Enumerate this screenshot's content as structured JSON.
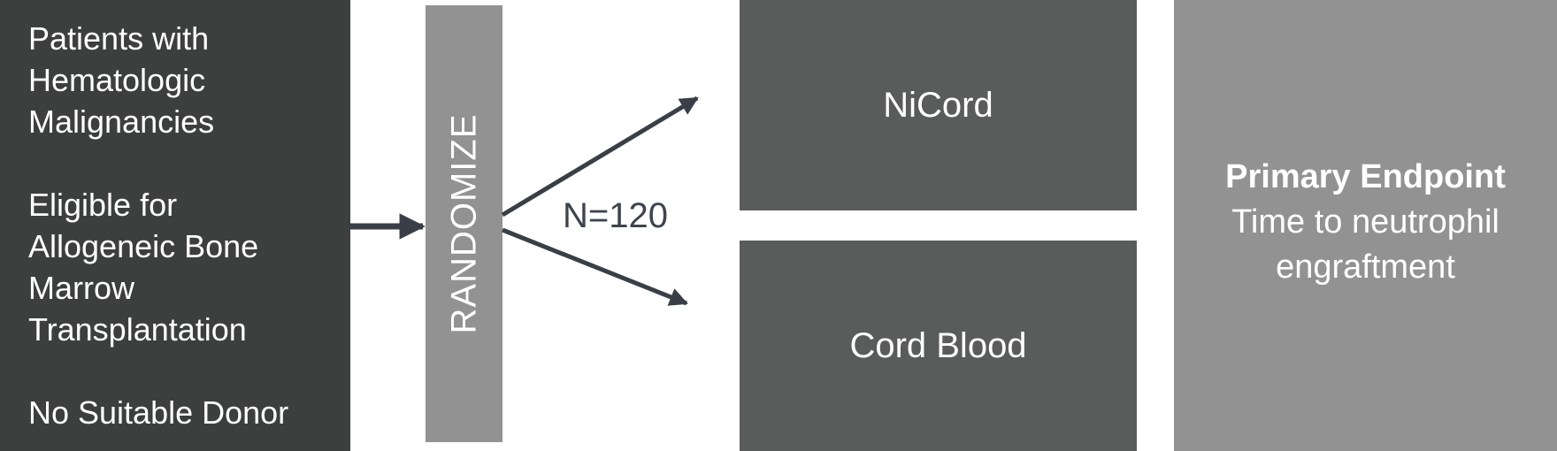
{
  "eligibility": {
    "groups": [
      {
        "lines": [
          "Patients with",
          "Hematologic",
          "Malignancies"
        ]
      },
      {
        "lines": [
          "Eligible for",
          "Allogeneic Bone",
          "Marrow",
          "Transplantation"
        ]
      },
      {
        "lines": [
          "No Suitable Donor"
        ]
      }
    ]
  },
  "randomize": {
    "label": "RANDOMIZE"
  },
  "sample_size": {
    "label": "N=120"
  },
  "arms": {
    "nicord": "NiCord",
    "cord_blood": "Cord Blood"
  },
  "endpoint": {
    "title": "Primary Endpoint",
    "description": "Time to neutrophil engraftment"
  },
  "colors": {
    "eligibility_fill": "#3d3e3e",
    "randomize_fill": "#929292",
    "arm_fill": "#5a5b5b",
    "endpoint_fill": "#929292",
    "arrow": "#3a3f47",
    "text_light": "#ffffff",
    "text_dark": "#3f444c"
  }
}
